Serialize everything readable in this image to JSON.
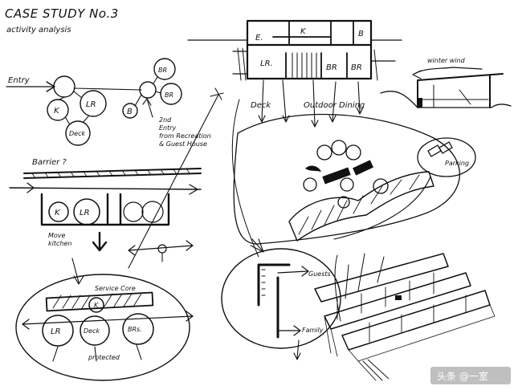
{
  "title": "CASE STUDY No.3",
  "subtitle": "activity analysis",
  "bubble_diagram": {
    "entry": "Entry",
    "nodes": [
      "K",
      "LR",
      "Deck",
      "B",
      "BR",
      "BR"
    ],
    "note_lines": [
      "2nd",
      "Entry",
      "from Recreation",
      "& Guest House"
    ]
  },
  "plan": {
    "rooms": [
      "E.",
      "K",
      "B",
      "LR.",
      "BR",
      "BR"
    ],
    "labels": [
      "Deck",
      "Outdoor Dining"
    ]
  },
  "section": {
    "label": "winter wind"
  },
  "strip": {
    "barrier": "Barrier ?",
    "rooms": [
      "K",
      "LR"
    ],
    "note_lines": [
      "Move",
      "kitchen"
    ]
  },
  "zone": {
    "label": "Service Core",
    "k": "K",
    "rooms": [
      "LR",
      "Deck",
      "BRs."
    ],
    "footer": "protected"
  },
  "site": {
    "label": "Parking"
  },
  "entry_diagram": {
    "labels": [
      "Guests",
      "Family"
    ]
  },
  "watermark": "头条 @一室"
}
